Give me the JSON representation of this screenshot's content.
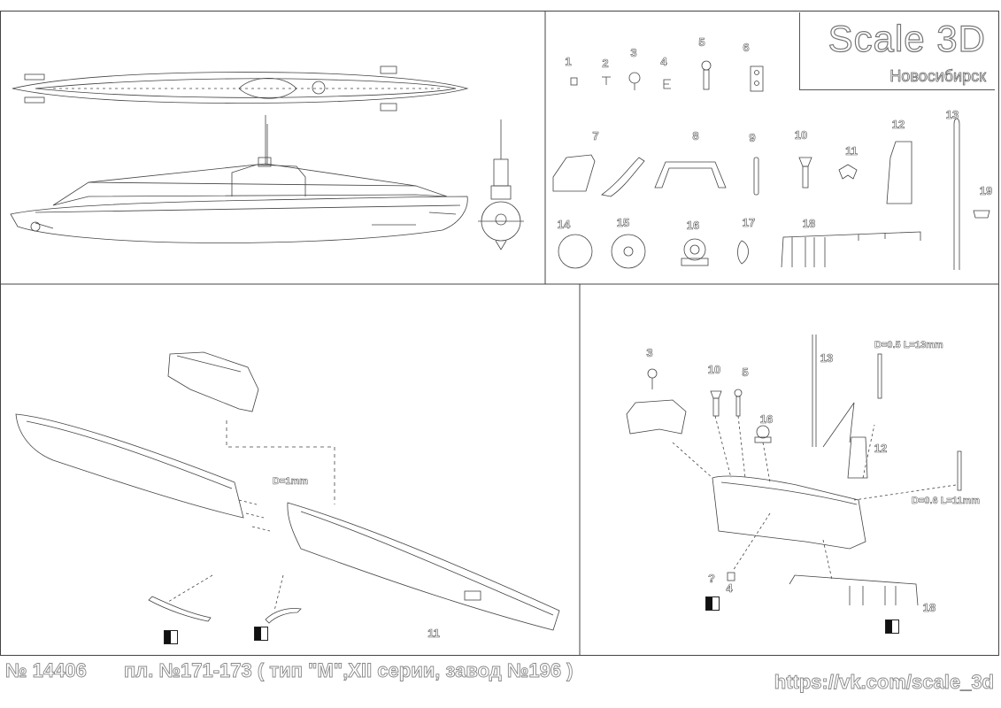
{
  "brand": {
    "name": "Scale 3D",
    "city": "Новосибирск"
  },
  "part_numbers": [
    "1",
    "2",
    "3",
    "4",
    "5",
    "6",
    "7",
    "8",
    "9",
    "10",
    "11",
    "12",
    "13",
    "14",
    "15",
    "16",
    "17",
    "18",
    "19"
  ],
  "assembly_left": {
    "dim_label": "D=1mm",
    "callout_11": "11"
  },
  "assembly_right": {
    "callouts": {
      "c3": "3",
      "c10": "10",
      "c5": "5",
      "c13": "13",
      "c16": "16",
      "c12": "12",
      "c4": "4",
      "q": "?",
      "c18": "18"
    },
    "dim_top": "D=0.5 L=13mm",
    "dim_right": "D=0.6 L=11mm"
  },
  "footer": {
    "catalog_no": "№ 14406",
    "title": "пл. №171-173 ( тип \"М\",XII серии, завод №196 )",
    "url": "https://vk.com/scale_3d"
  }
}
